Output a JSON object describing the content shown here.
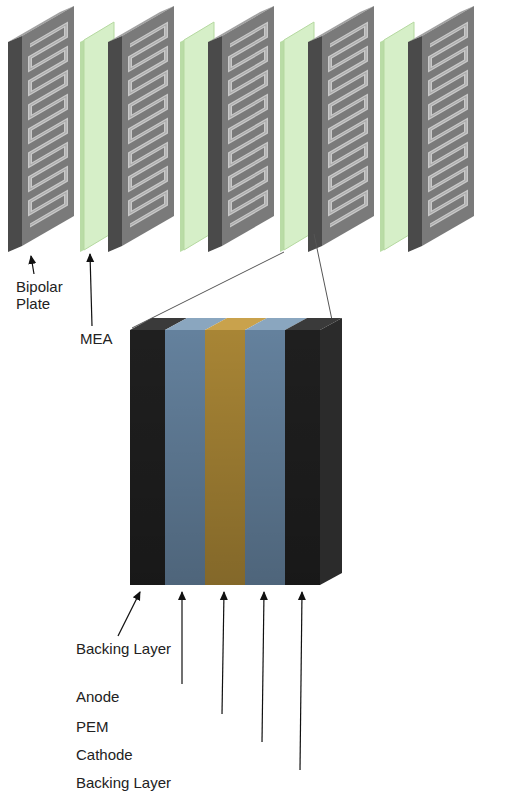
{
  "diagram": {
    "labels": [
      "Bipolar Plate",
      "MEA",
      "Backing Layer",
      "Anode",
      "PEM",
      "Cathode",
      "Backing Layer"
    ]
  }
}
